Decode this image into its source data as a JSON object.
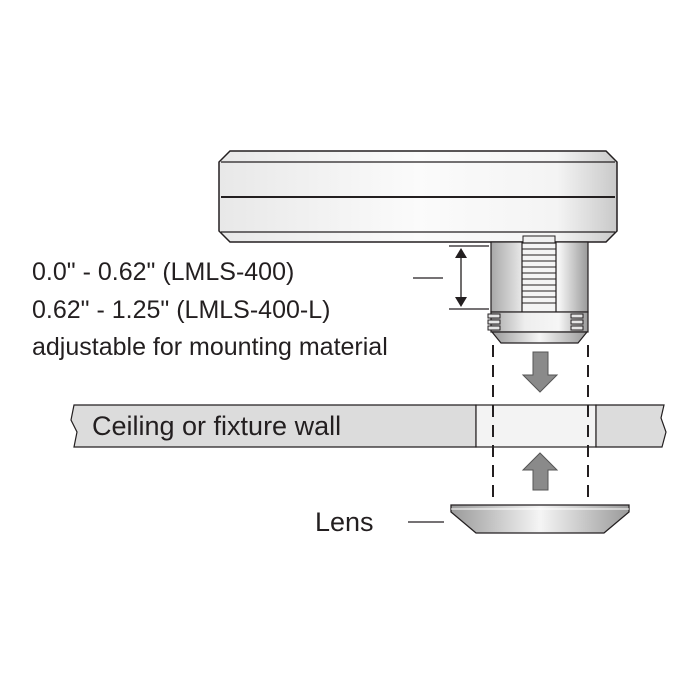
{
  "diagram": {
    "labels": {
      "range_1": "0.0\" - 0.62\" (LMLS-400)",
      "range_2": "0.62\" - 1.25\" (LMLS-400-L)",
      "adjustable_note": "adjustable for mounting material",
      "wall": "Ceiling or fixture wall",
      "lens": "Lens"
    },
    "colors": {
      "outline": "#231f20",
      "wall_fill": "#dcdcdc",
      "arrow_fill": "#8a8a8a",
      "body_fill": "#f2f2f2"
    }
  }
}
